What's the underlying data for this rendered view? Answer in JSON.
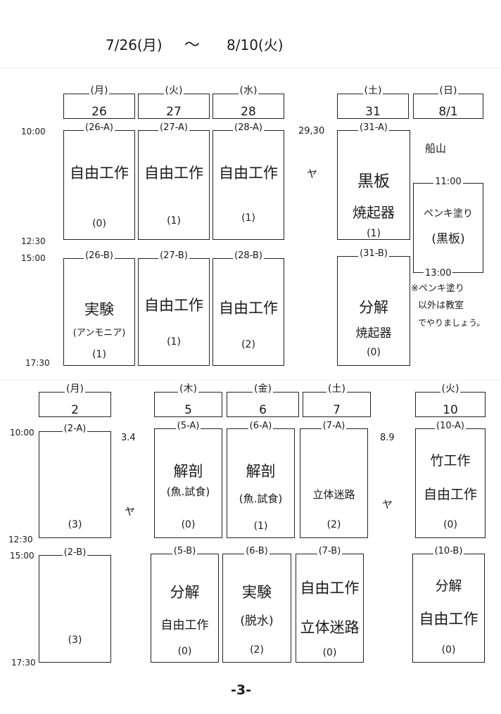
{
  "date_range": {
    "start": "7/26(月)",
    "sep": "〜",
    "end": "8/10(火)"
  },
  "page_number": "-3-",
  "week1": {
    "days": [
      {
        "day": "(月)",
        "date": "26"
      },
      {
        "day": "(火)",
        "date": "27"
      },
      {
        "day": "(水)",
        "date": "28"
      },
      {
        "day": "(土)",
        "date": "31"
      },
      {
        "day": "(日)",
        "date": "8/1"
      }
    ],
    "times": {
      "am_start": "10:00",
      "am_end": "12:30",
      "pm_start": "15:00",
      "pm_end": "17:30"
    },
    "gap_days": "29,30",
    "gap_mark": "ヤ",
    "slots": [
      {
        "code": "(26-A)",
        "lines": [
          "自由工作"
        ],
        "count": "(0)"
      },
      {
        "code": "(27-A)",
        "lines": [
          "自由工作"
        ],
        "count": "(1)"
      },
      {
        "code": "(28-A)",
        "lines": [
          "自由工作"
        ],
        "count": "(1)"
      },
      {
        "code": "(31-A)",
        "lines": [
          "黒板",
          "焼起器"
        ],
        "count": "(1)"
      },
      {
        "code": "(26-B)",
        "lines": [
          "実験",
          "(アンモニア)"
        ],
        "count": "(1)"
      },
      {
        "code": "(27-B)",
        "lines": [
          "自由工作"
        ],
        "count": "(1)"
      },
      {
        "code": "(28-B)",
        "lines": [
          "自由工作"
        ],
        "count": "(2)"
      },
      {
        "code": "(31-B)",
        "lines": [
          "分解",
          "焼起器"
        ],
        "count": "(0)"
      }
    ],
    "sunday": {
      "label": "船山",
      "time_start": "11:00",
      "time_end": "13:00",
      "task_line1": "ペンキ塗り",
      "task_line2": "(黒板)",
      "note_line1": "※ペンキ塗り",
      "note_line2": "以外は教室",
      "note_line3": "でやりましょう。"
    }
  },
  "week2": {
    "days": [
      {
        "day": "(月)",
        "date": "2"
      },
      {
        "day": "(木)",
        "date": "5"
      },
      {
        "day": "(金)",
        "date": "6"
      },
      {
        "day": "(土)",
        "date": "7"
      },
      {
        "day": "(火)",
        "date": "10"
      }
    ],
    "times": {
      "am_start": "10:00",
      "am_end": "12:30",
      "pm_start": "15:00",
      "pm_end": "17:30"
    },
    "gap1_days": "3.4",
    "gap2_days": "8.9",
    "gap_mark": "ヤ",
    "slots": [
      {
        "code": "(2-A)",
        "lines": [],
        "count": "(3)"
      },
      {
        "code": "(5-A)",
        "lines": [
          "解剖",
          "(魚.試食)"
        ],
        "count": "(0)"
      },
      {
        "code": "(6-A)",
        "lines": [
          "解剖",
          "(魚.試食)"
        ],
        "count": "(1)"
      },
      {
        "code": "(7-A)",
        "lines": [
          "立体迷路"
        ],
        "count": "(2)"
      },
      {
        "code": "(10-A)",
        "lines": [
          "竹工作",
          "自由工作"
        ],
        "count": "(0)"
      },
      {
        "code": "(2-B)",
        "lines": [],
        "count": "(3)"
      },
      {
        "code": "(5-B)",
        "lines": [
          "分解",
          "自由工作"
        ],
        "count": "(0)"
      },
      {
        "code": "(6-B)",
        "lines": [
          "実験",
          "(脱水)"
        ],
        "count": "(2)"
      },
      {
        "code": "(7-B)",
        "lines": [
          "自由工作",
          "立体迷路"
        ],
        "count": "(0)"
      },
      {
        "code": "(10-B)",
        "lines": [
          "分解",
          "自由工作"
        ],
        "count": "(0)"
      }
    ]
  }
}
